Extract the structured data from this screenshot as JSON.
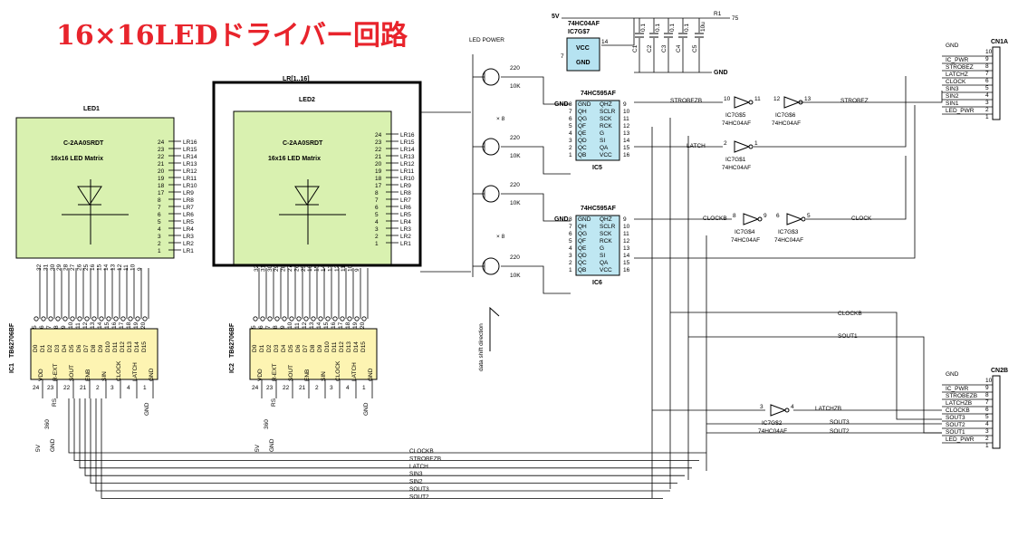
{
  "title": "16×16LEDドライバー回路",
  "led_panels": [
    {
      "ref": "LED1",
      "part": "C-2AA0SRDT",
      "desc": "16x16 LED Matrix"
    },
    {
      "ref": "LED2",
      "part": "C-2AA0SRDT",
      "desc": "16x16 LED Matrix"
    }
  ],
  "led_pin_numbers_right": [
    "24",
    "23",
    "22",
    "21",
    "20",
    "19",
    "18",
    "17",
    "8",
    "7",
    "6",
    "5",
    "4",
    "3",
    "2",
    "1"
  ],
  "led_pin_numbers_bottom": [
    "32",
    "31",
    "30",
    "29",
    "28",
    "27",
    "26",
    "25",
    "16",
    "15",
    "14",
    "13",
    "12",
    "11",
    "10",
    "9"
  ],
  "led1_row_nets": [
    "LR16",
    "LR15",
    "LR14",
    "LR13",
    "LR12",
    "LR11",
    "LR10",
    "LR9",
    "LR8",
    "LR7",
    "LR6",
    "LR5",
    "LR4",
    "LR3",
    "LR2",
    "LR1"
  ],
  "led2_row_nets": [
    "LR16",
    "LR15",
    "LR14",
    "LR13",
    "LR12",
    "LR11",
    "LR10",
    "LR9",
    "LR8",
    "LR7",
    "LR6",
    "LR5",
    "LR4",
    "LR3",
    "LR2",
    "LR1"
  ],
  "bus_label": "LR[1..16]",
  "led_power_label": "LED POWER",
  "transistor_labels": {
    "r1": "220",
    "r2": "10K",
    "times": "× 8"
  },
  "data_shift_label": "data shift direction",
  "drivers": [
    {
      "ref": "IC1",
      "part": "TB62706BF"
    },
    {
      "ref": "IC2",
      "part": "TB62706BF"
    }
  ],
  "driver_top_pins": [
    "5",
    "6",
    "7",
    "8",
    "9",
    "10",
    "11",
    "12",
    "13",
    "14",
    "15",
    "16",
    "17",
    "18",
    "19",
    "20"
  ],
  "driver_outputs": [
    "D0",
    "D1",
    "D2",
    "D3",
    "D4",
    "D5",
    "D6",
    "D7",
    "D8",
    "D9",
    "D10",
    "D11",
    "D12",
    "D13",
    "D14",
    "D15"
  ],
  "driver_bottom_pins": [
    {
      "name": "VDD",
      "num": "24"
    },
    {
      "name": "R-EXT",
      "num": "23"
    },
    {
      "name": "SOUT",
      "num": "22"
    },
    {
      "name": "ENB",
      "num": "21"
    },
    {
      "name": "SIN",
      "num": "2"
    },
    {
      "name": "CLOCK",
      "num": "3"
    },
    {
      "name": "LATCH",
      "num": "4"
    },
    {
      "name": "GND",
      "num": "1"
    }
  ],
  "driver_power": {
    "v": "5V",
    "gnd": "GND",
    "r": "RS",
    "rv": "360"
  },
  "shift_regs": [
    {
      "ref": "IC5",
      "part": "74HC595AF",
      "pins_left": [
        "QH",
        "QG",
        "QF",
        "QE",
        "QD",
        "QC",
        "QB"
      ],
      "pins_left_nums": [
        "7",
        "6",
        "5",
        "4",
        "3",
        "2",
        "1"
      ],
      "gnd_num": "8",
      "right_labels": [
        "QHZ",
        "SCLR",
        "SCK",
        "RCK",
        "G",
        "SI",
        "QA",
        "VCC"
      ],
      "right_nums": [
        "9",
        "10",
        "11",
        "12",
        "13",
        "14",
        "15",
        "16"
      ]
    },
    {
      "ref": "IC6",
      "part": "74HC595AF",
      "pins_left": [
        "QH",
        "QG",
        "QF",
        "QE",
        "QD",
        "QC",
        "QB"
      ],
      "pins_left_nums": [
        "7",
        "6",
        "5",
        "4",
        "3",
        "2",
        "1"
      ],
      "gnd_num": "8",
      "right_labels": [
        "QHZ",
        "SCLR",
        "SCK",
        "RCK",
        "G",
        "SI",
        "QA",
        "VCC"
      ],
      "right_nums": [
        "9",
        "10",
        "11",
        "12",
        "13",
        "14",
        "15",
        "16"
      ]
    }
  ],
  "power_ic": {
    "part": "74HC04AF",
    "ref": "IC7G$7",
    "vcc": "VCC",
    "gnd": "GND",
    "vcc_pin": "14",
    "gnd_pin": "7",
    "supply": "5V",
    "gnd_label": "GND",
    "r1": "R1",
    "r1v": "75",
    "caps": [
      "C1",
      "C2",
      "C3",
      "C4",
      "C5"
    ],
    "cap_vals": [
      "0.1",
      "0.1",
      "0.1",
      "0.1",
      "10u"
    ]
  },
  "inverters": [
    {
      "ref": "IC7G$5",
      "part": "74HC04AF",
      "in": "10",
      "out": "11"
    },
    {
      "ref": "IC7G$6",
      "part": "74HC04AF",
      "in": "12",
      "out": "13"
    },
    {
      "ref": "IC7G$1",
      "part": "74HC04AF",
      "in": "2",
      "out": "1"
    },
    {
      "ref": "IC7G$4",
      "part": "74HC04AF",
      "in": "8",
      "out": "9"
    },
    {
      "ref": "IC7G$3",
      "part": "74HC04AF",
      "in": "6",
      "out": "5"
    },
    {
      "ref": "IC7G$2",
      "part": "74HC04AF",
      "in": "3",
      "out": "4"
    }
  ],
  "nets": {
    "strobezb": "STROBEZB",
    "strobez": "STROBEZ",
    "latch": "LATCH",
    "clockb": "CLOCKB",
    "clock": "CLOCK",
    "sout1": "SOUT1",
    "latchzb": "LATCHZB",
    "sout3": "SOUT3",
    "sout2": "SOUT2",
    "gnd": "GND",
    "v5": "5V"
  },
  "cn1a": {
    "ref": "CN1A",
    "pins": [
      "GND",
      "IC_PWR",
      "STROBEZ",
      "LATCHZ",
      "CLOCK",
      "SIN3",
      "SIN2",
      "SIN1",
      "LED_PWR"
    ],
    "nums": [
      "10",
      "9",
      "8",
      "7",
      "6",
      "5",
      "4",
      "3",
      "2",
      "1"
    ]
  },
  "cn2b": {
    "ref": "CN2B",
    "pins": [
      "GND",
      "IC_PWR",
      "STROBEZB",
      "LATCHZB",
      "CLOCKB",
      "SOUT3",
      "SOUT2",
      "SOUT1",
      "LED_PWR"
    ],
    "nums": [
      "10",
      "9",
      "8",
      "7",
      "6",
      "5",
      "4",
      "3",
      "2",
      "1"
    ]
  },
  "bottom_bus": [
    "CLOCKB",
    "STROBEZB",
    "LATCH",
    "SIN3",
    "SIN2",
    "SOUT3",
    "SOUT2"
  ],
  "colors": {
    "title": "#e8242c",
    "panel": "#d9f1b0",
    "ic": "#fdf4b2",
    "shift": "#bfe7f2",
    "vcc": "#b6e3f1",
    "line": "#000000"
  }
}
